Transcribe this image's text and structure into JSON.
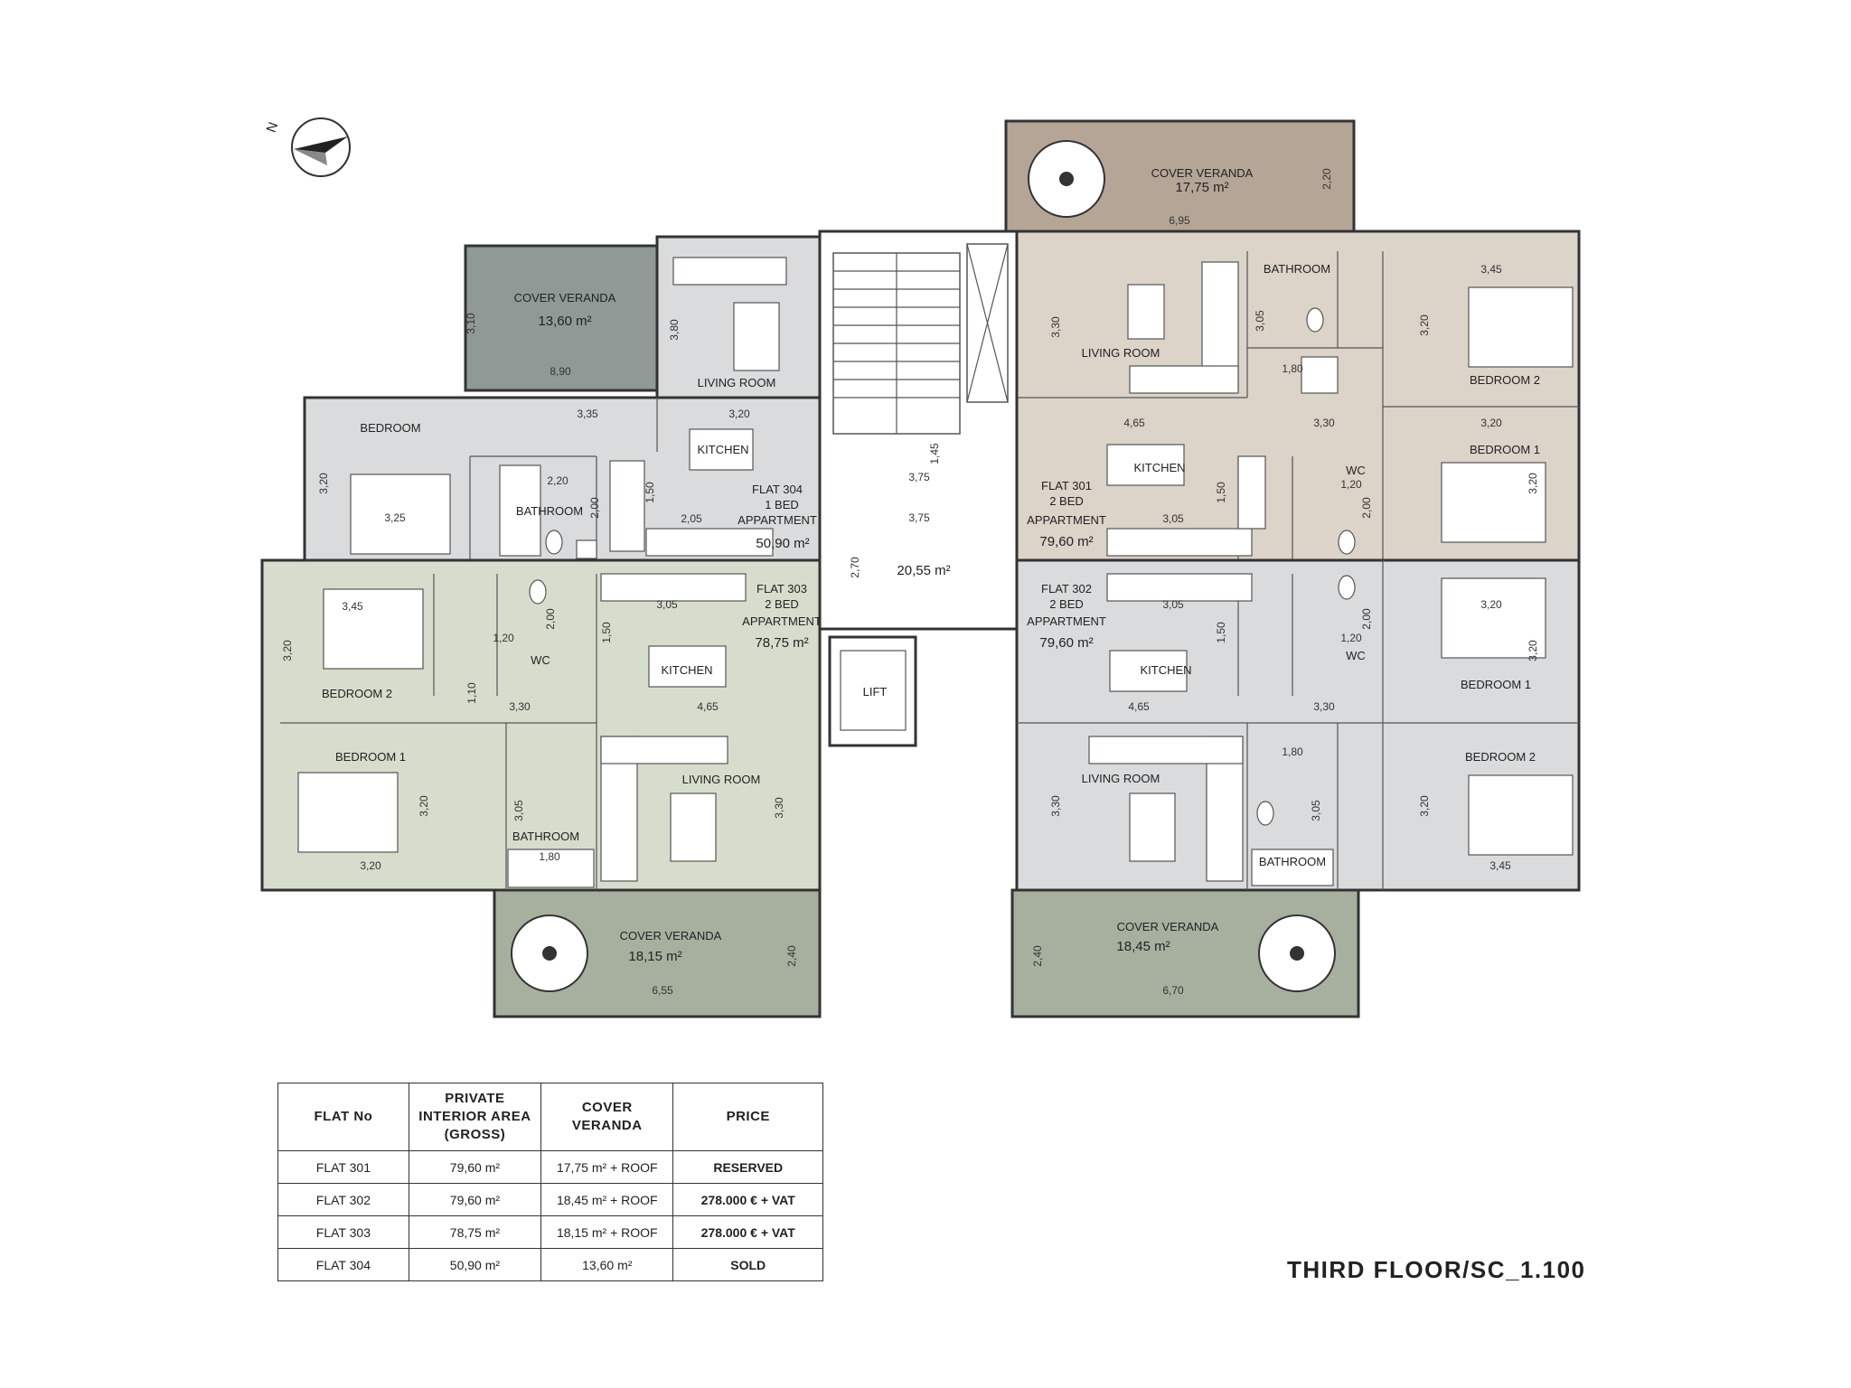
{
  "north_label": "N",
  "rooms": {
    "cover_veranda": "COVER VERANDA",
    "living_room": "LIVING ROOM",
    "kitchen": "KITCHEN",
    "bedroom": "BEDROOM",
    "bedroom_1": "BEDROOM 1",
    "bedroom_2": "BEDROOM 2",
    "bathroom": "BATHROOM",
    "wc": "WC",
    "lift": "LIFT"
  },
  "areas": {
    "v304": "13,60 m²",
    "v301": "17,75 m²",
    "v303": "18,15 m²",
    "v302": "18,45 m²",
    "stair": "20,55 m²"
  },
  "flats": {
    "f304": {
      "name": "FLAT 304",
      "type_a": "1 BED",
      "type_b": "APPARTMENT",
      "area": "50,90 m²"
    },
    "f301": {
      "name": "FLAT 301",
      "type_a": "2 BED",
      "type_b": "APPARTMENT",
      "area": "79,60 m²"
    },
    "f303": {
      "name": "FLAT 303",
      "type_a": "2 BED",
      "type_b": "APPARTMENT",
      "area": "78,75 m²"
    },
    "f302": {
      "name": "FLAT 302",
      "type_a": "2 BED",
      "type_b": "APPARTMENT",
      "area": "79,60 m²"
    }
  },
  "dims": {
    "d310": "3,10",
    "d890": "8,90",
    "d380": "3,80",
    "d335": "3,35",
    "d320": "3,20",
    "d325": "3,25",
    "d220": "2,20",
    "d200": "2,00",
    "d150": "1,50",
    "d205": "2,05",
    "d375": "3,75",
    "d145": "1,45",
    "d270": "2,70",
    "d345": "3,45",
    "d120": "1,20",
    "d110": "1,10",
    "d305": "3,05",
    "d465": "4,65",
    "d330": "3,30",
    "d180": "1,80",
    "d240": "2,40",
    "d655": "6,55",
    "d695": "6,95",
    "d670": "6,70"
  },
  "table": {
    "headers": [
      "FLAT No",
      "PRIVATE",
      "INTERIOR AREA",
      "(GROSS)",
      "COVER",
      "VERANDA",
      "PRICE"
    ],
    "rows": [
      {
        "flat": "FLAT 301",
        "area": "79,60 m²",
        "veranda": "17,75 m² + ROOF",
        "price": "RESERVED"
      },
      {
        "flat": "FLAT 302",
        "area": "79,60 m²",
        "veranda": "18,45 m² + ROOF",
        "price": "278.000 € + VAT"
      },
      {
        "flat": "FLAT 303",
        "area": "78,75 m²",
        "veranda": "18,15 m² + ROOF",
        "price": "278.000 € + VAT"
      },
      {
        "flat": "FLAT 304",
        "area": "50,90 m²",
        "veranda": "13,60 m²",
        "price": "SOLD"
      }
    ]
  },
  "floor_title": "THIRD FLOOR/SC_1.100",
  "colors": {
    "flat304": "#d9dbdc",
    "flat301": "#dcd3c9",
    "flat303": "#d7ddcd",
    "flat302": "#d9dbdc",
    "veranda_dark": "#8f9a96",
    "veranda_brown": "#b5a596",
    "veranda_green": "#a7b09f",
    "common": "#ffffff"
  }
}
